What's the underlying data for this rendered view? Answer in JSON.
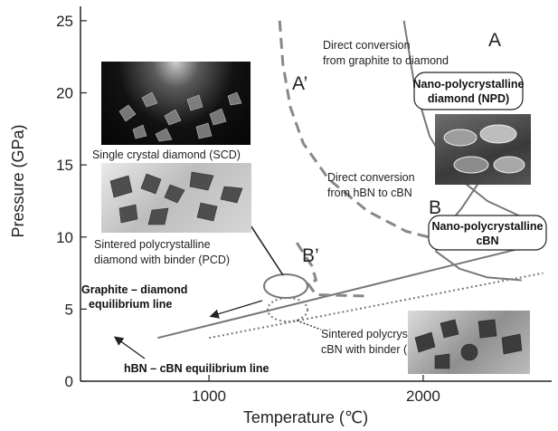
{
  "chart_data": {
    "type": "line",
    "xlabel": "Temperature (℃)",
    "ylabel": "Pressure (GPa)",
    "xlim": [
      400,
      2600
    ],
    "ylim": [
      0,
      26
    ],
    "x_ticks": [
      1000,
      2000
    ],
    "y_ticks": [
      0,
      5,
      10,
      15,
      20,
      25
    ],
    "grid": false,
    "series": [
      {
        "style": "solid",
        "color": "#777777",
        "points": [
          [
            760,
            3.0
          ],
          [
            2480,
            9.3
          ]
        ]
      },
      {
        "style": "dotted",
        "color": "#777777",
        "points": [
          [
            1000,
            3.0
          ],
          [
            2560,
            7.5
          ]
        ]
      },
      {
        "style": "solid",
        "color": "#777777",
        "points": [
          [
            1910,
            25.0
          ],
          [
            1960,
            20.5
          ],
          [
            2030,
            17.0
          ],
          [
            2130,
            14.5
          ],
          [
            2300,
            12.5
          ],
          [
            2460,
            11.4
          ]
        ]
      },
      {
        "style": "solid",
        "color": "#777777",
        "points": [
          [
            2270,
            16.5
          ],
          [
            2270,
            14.0
          ],
          [
            2180,
            12.0
          ],
          [
            2070,
            10.0
          ],
          [
            2060,
            9.0
          ],
          [
            2170,
            7.8
          ],
          [
            2300,
            7.2
          ],
          [
            2460,
            7.0
          ]
        ]
      },
      {
        "style": "dashed",
        "color": "#888888",
        "points": [
          [
            1330,
            25.0
          ],
          [
            1345,
            22.0
          ],
          [
            1380,
            19.0
          ],
          [
            1440,
            16.5
          ],
          [
            1560,
            14.0
          ],
          [
            1740,
            11.8
          ],
          [
            1920,
            10.4
          ],
          [
            2050,
            9.9
          ],
          [
            2140,
            9.8
          ]
        ]
      },
      {
        "style": "dashed",
        "color": "#888888",
        "points": [
          [
            1410,
            9.6
          ],
          [
            1480,
            8.0
          ],
          [
            1500,
            7.0
          ],
          [
            1460,
            6.8
          ],
          [
            1500,
            6.0
          ],
          [
            1750,
            5.9
          ]
        ]
      }
    ],
    "regions": [
      {
        "label": "A"
      },
      {
        "label": "A’"
      },
      {
        "label": "B"
      },
      {
        "label": "B’"
      }
    ]
  },
  "annotations": {
    "direct_graphite_1": "Direct conversion",
    "direct_graphite_2": "from graphite to diamond",
    "npd_1": "Nano-polycrystalline",
    "npd_2": "diamond (NPD)",
    "direct_hbn_1": "Direct conversion",
    "direct_hbn_2": "from hBN to cBN",
    "ncbn_1": "Nano-polycrystalline",
    "ncbn_2": "cBN",
    "scd": "Single crystal diamond (SCD)",
    "pcd_1": "Sintered polycrystalline",
    "pcd_2": "diamond with binder (PCD)",
    "gd_1": "Graphite – diamond",
    "gd_2": "equilibrium line",
    "pcbn_1": "Sintered polycrystalline",
    "pcbn_2": "cBN  with binder (PCD)",
    "hbn_line": "hBN – cBN equilibrium line"
  },
  "colors": {
    "axis": "#222222",
    "curve": "#777777",
    "dashed": "#888888"
  }
}
